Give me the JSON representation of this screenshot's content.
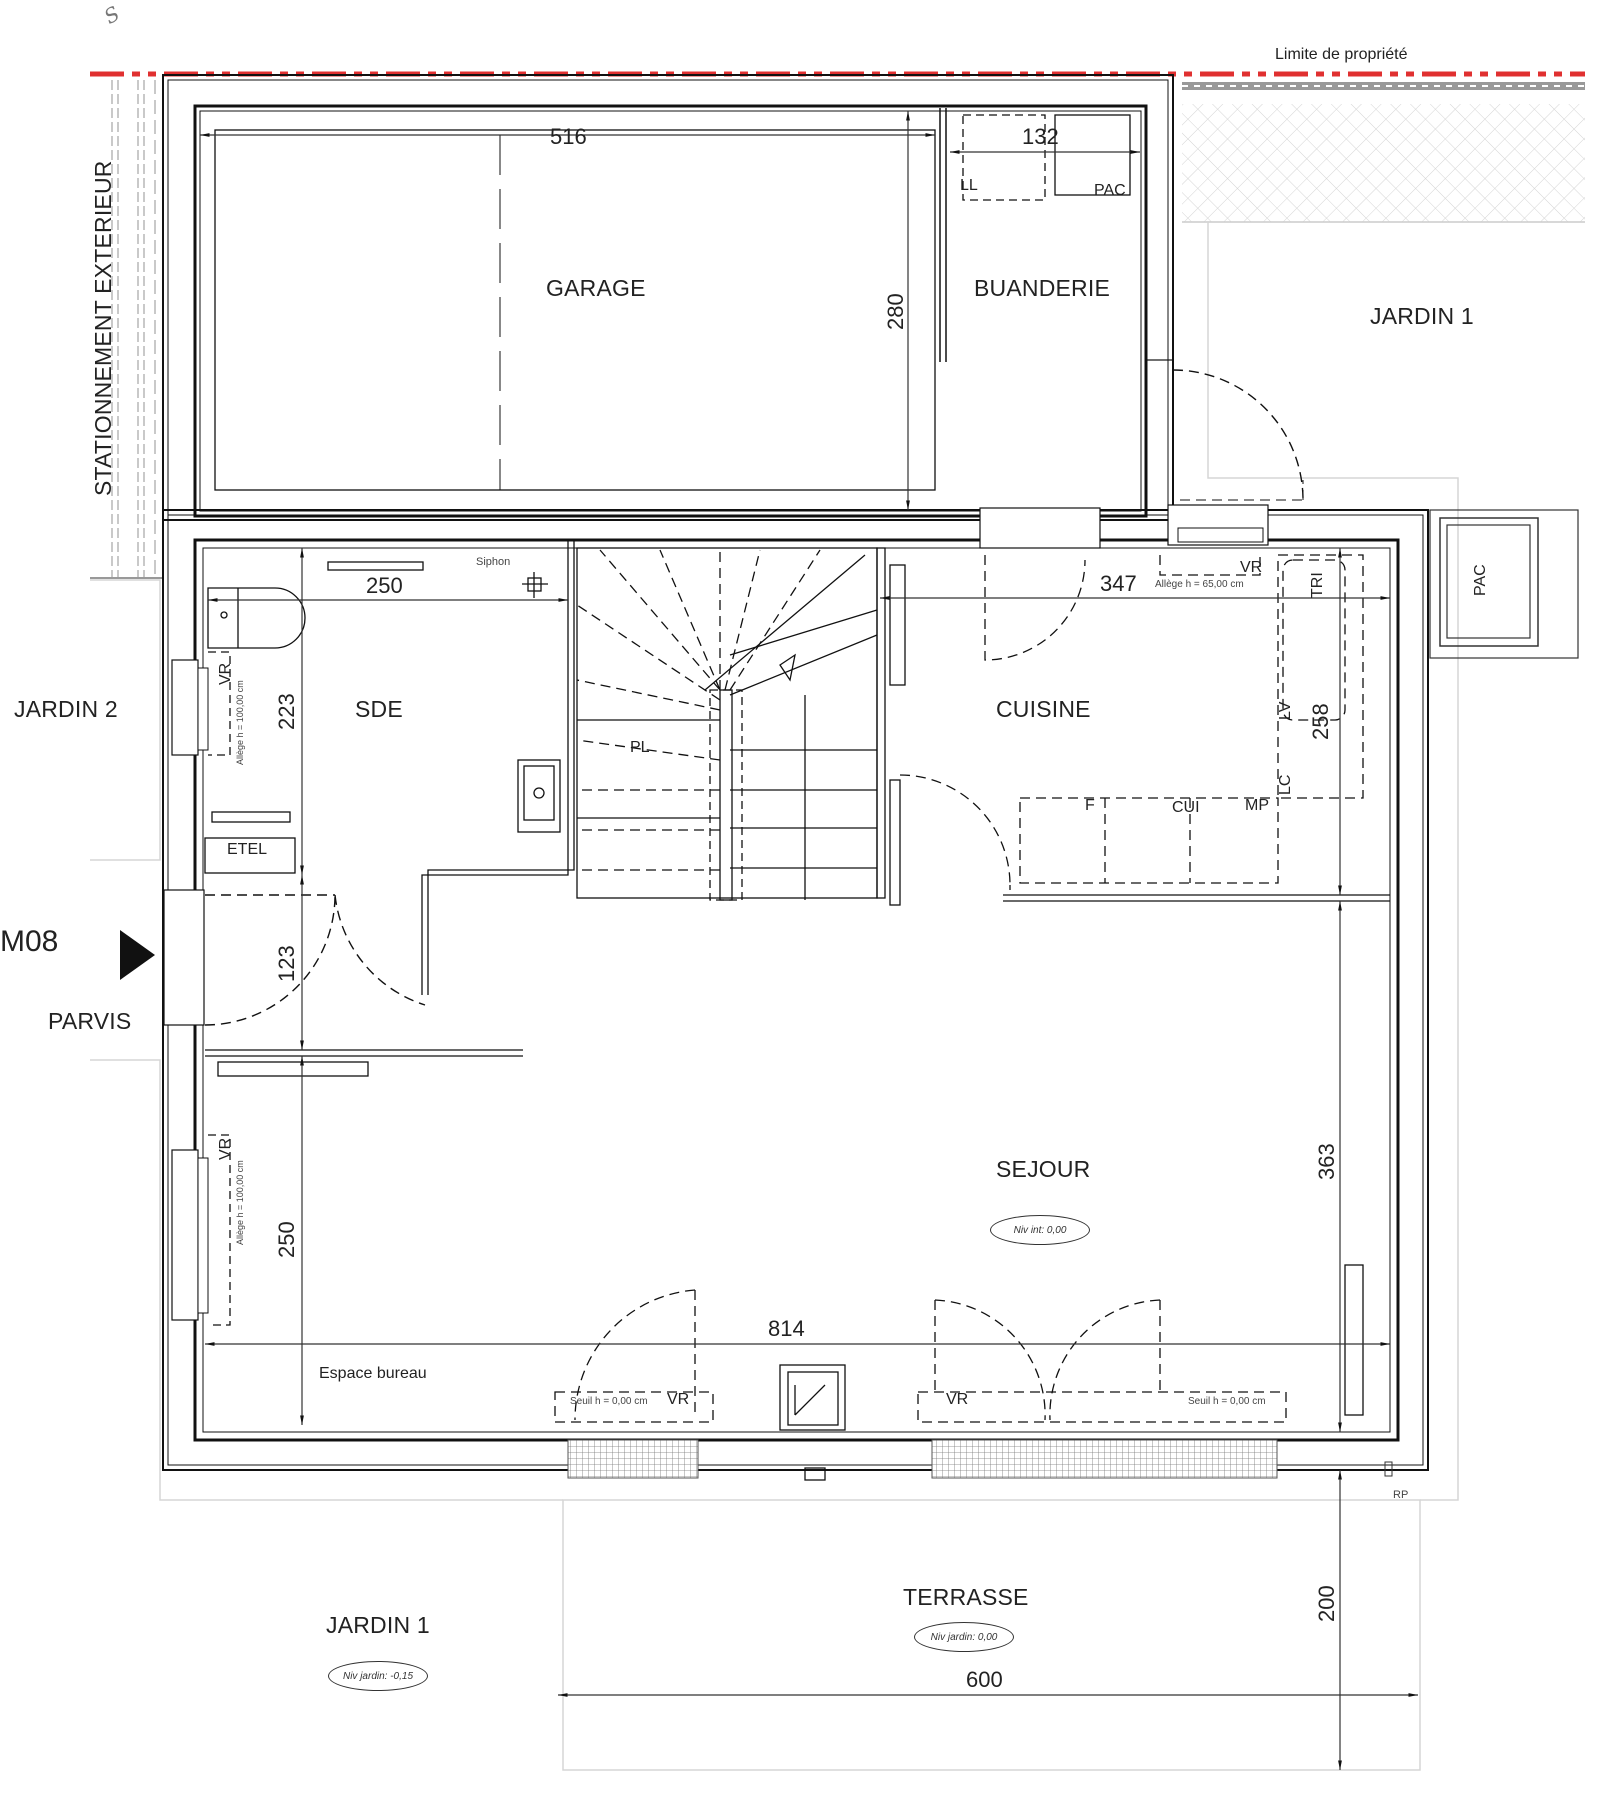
{
  "plan": {
    "property_limit_label": "Limite de propriété",
    "rooms": {
      "garage": "GARAGE",
      "buanderie": "BUANDERIE",
      "sde": "SDE",
      "cuisine": "CUISINE",
      "sejour": "SEJOUR",
      "terrasse": "TERRASSE",
      "jardin1_top": "JARDIN 1",
      "jardin1_bottom": "JARDIN 1",
      "jardin2": "JARDIN 2",
      "parvis": "PARVIS",
      "stationnement": "STATIONNEMENT EXTERIEUR",
      "espace_bureau": "Espace bureau"
    },
    "lot_marker": "M08",
    "corner_mark": "S",
    "dimensions": {
      "garage_width": "516",
      "garage_depth": "280",
      "buanderie_width": "132",
      "sde_width": "250",
      "sde_depth": "223",
      "entry_depth": "123",
      "bureau_depth": "250",
      "cuisine_width": "347",
      "cuisine_depth": "258",
      "sejour_depth": "363",
      "house_width": "814",
      "terrasse_width": "600",
      "terrasse_depth": "200"
    },
    "equipment": {
      "ll": "LL",
      "pac_inside": "PAC",
      "pac_outside": "PAC",
      "siphon": "Siphon",
      "pl": "PL",
      "etel": "ETEL",
      "vr_sde": "VR",
      "vr_bureau": "VR",
      "vr_cuisine": "VR",
      "vr_bay_left": "VR",
      "vr_bay_right": "VR",
      "tri": "TRI",
      "lv": "LV",
      "lc": "LC",
      "f": "F",
      "cui": "CUI",
      "mp": "MP",
      "rp": "RP"
    },
    "annotations": {
      "allege_sde": "Allège h = 100,00 cm",
      "allege_bureau": "Allège h = 100,00 cm",
      "allege_cuisine": "Allège h = 65,00 cm",
      "seuil_left": "Seuil h = 0,00 cm",
      "seuil_right": "Seuil h = 0,00 cm"
    },
    "levels": {
      "interior": "Niv int: 0,00",
      "terrasse": "Niv jardin: 0,00",
      "jardin": "Niv jardin: -0,15"
    },
    "colors": {
      "property_line": "#e03030",
      "wall": "#111111",
      "hatch": "#cfcfcf"
    }
  }
}
